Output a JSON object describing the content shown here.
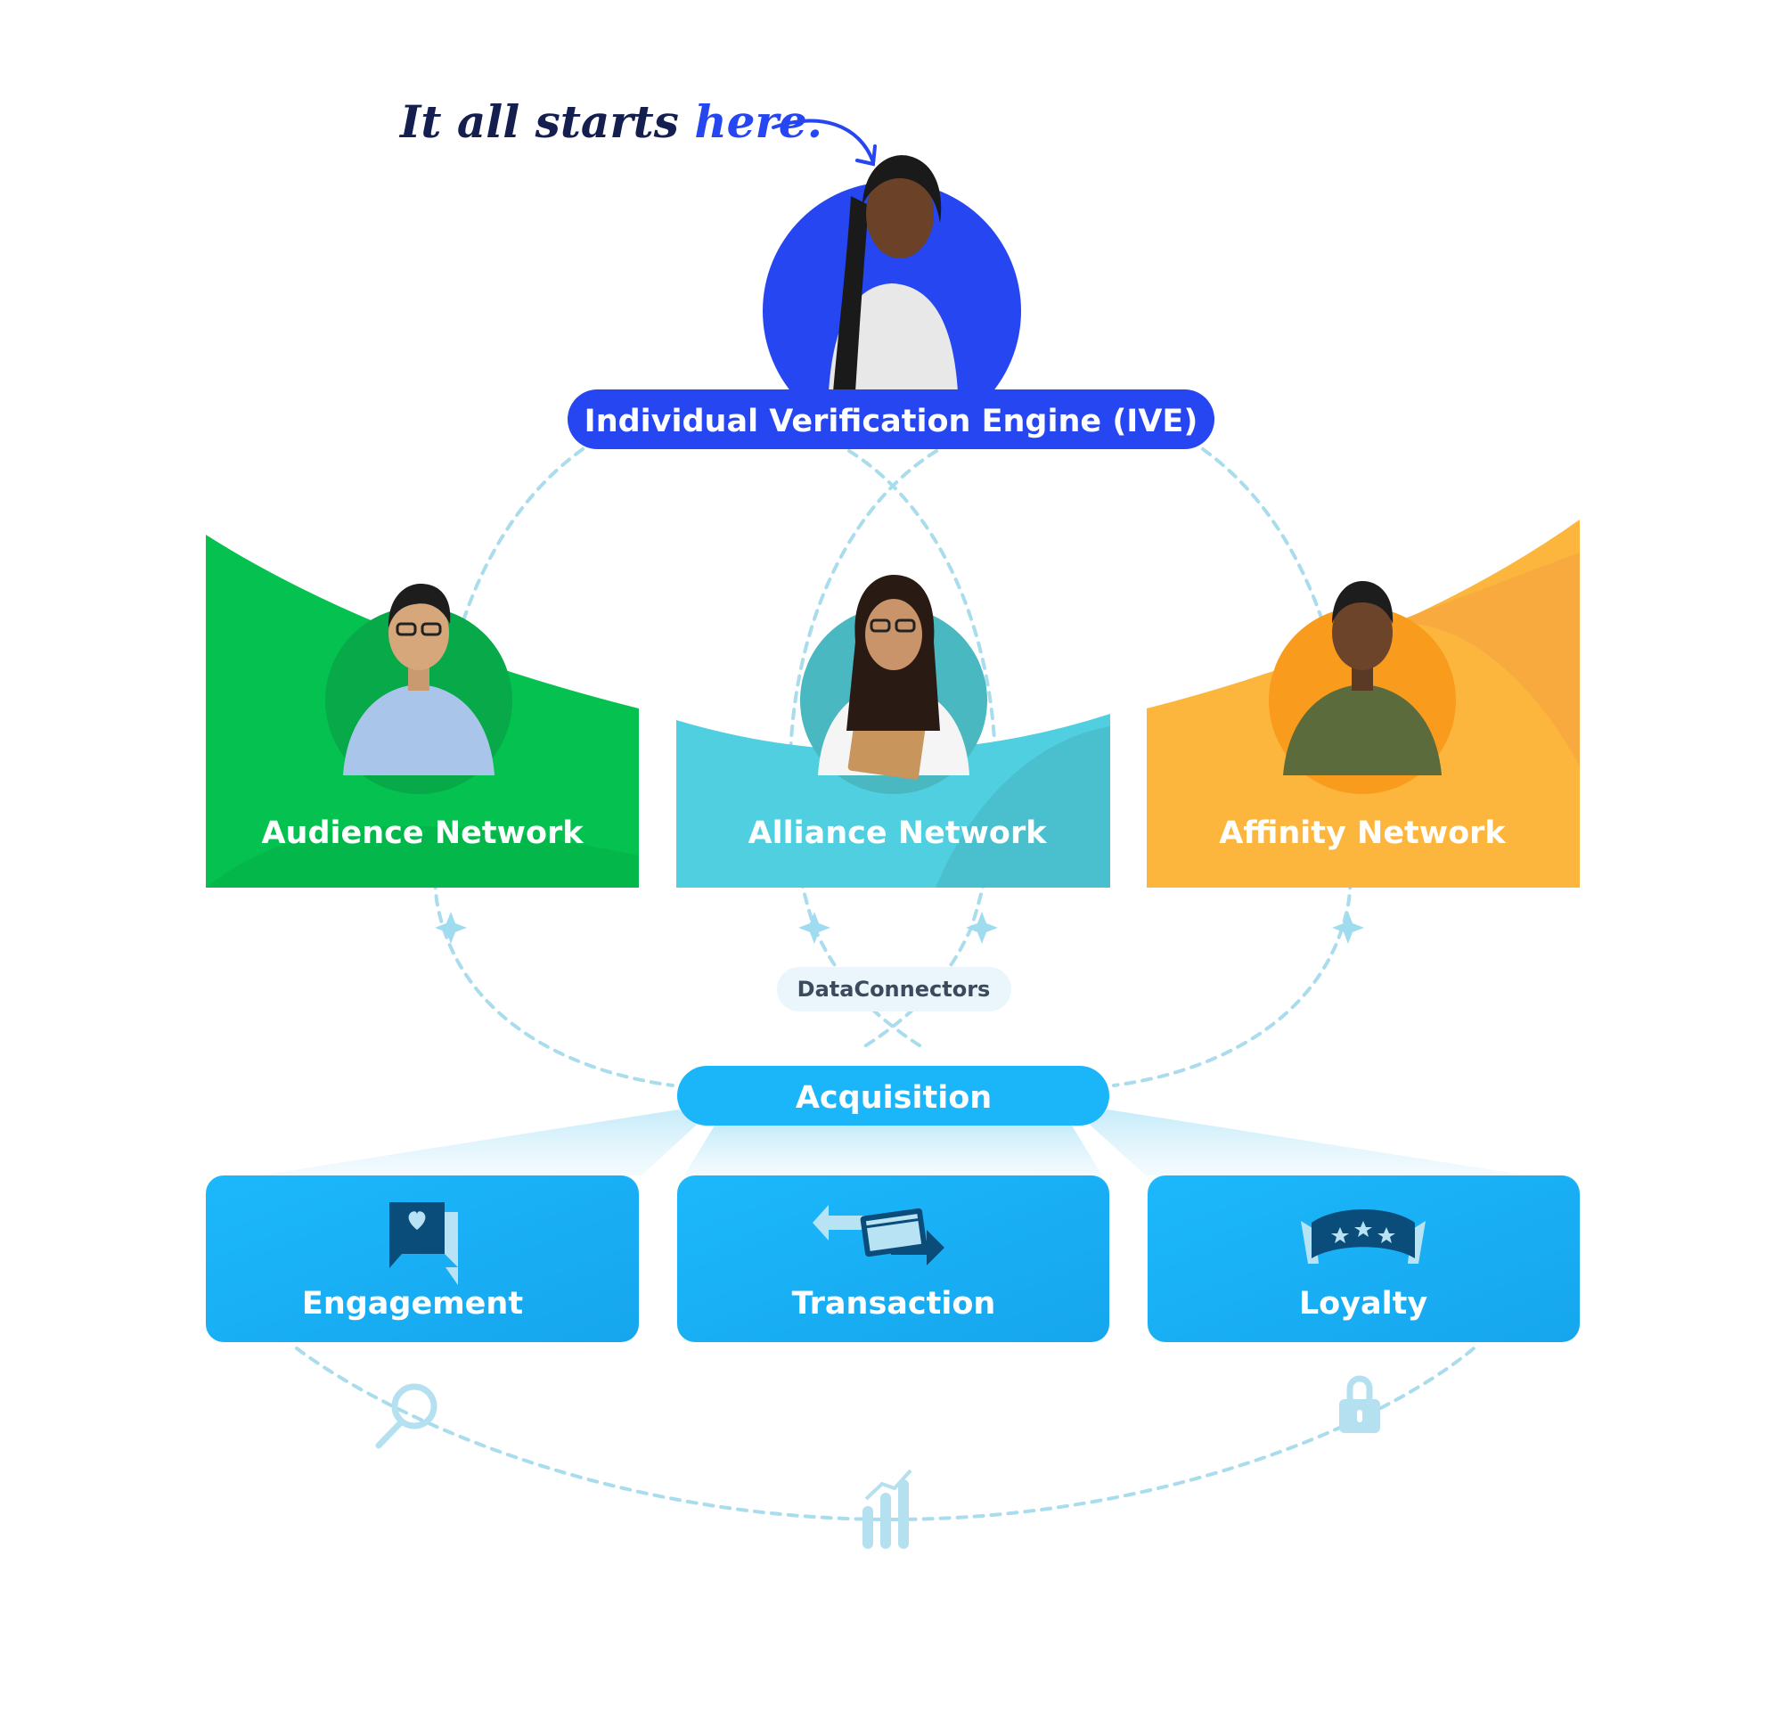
{
  "caption": {
    "prefix": "It all starts ",
    "highlight": "here."
  },
  "top": {
    "title": "Individual Verification Engine (IVE)"
  },
  "networks": [
    {
      "label": "Audience Network",
      "color": "#05c150"
    },
    {
      "label": "Alliance Network",
      "color": "#4fcfdf"
    },
    {
      "label": "Affinity Network",
      "color": "#fdb63d"
    }
  ],
  "connector": {
    "label": "DataConnectors"
  },
  "acquisition": {
    "label": "Acquisition"
  },
  "outcomes": [
    {
      "label": "Engagement",
      "icon": "chat-heart-icon"
    },
    {
      "label": "Transaction",
      "icon": "card-transfer-icon"
    },
    {
      "label": "Loyalty",
      "icon": "star-banner-icon"
    }
  ],
  "bottom_icons": [
    "magnifier-icon",
    "bar-chart-icon",
    "lock-icon"
  ],
  "colors": {
    "brand_blue": "#2546f0",
    "sky": "#1bb5f9",
    "navy": "#141e4f",
    "dash": "#a9dcec"
  }
}
